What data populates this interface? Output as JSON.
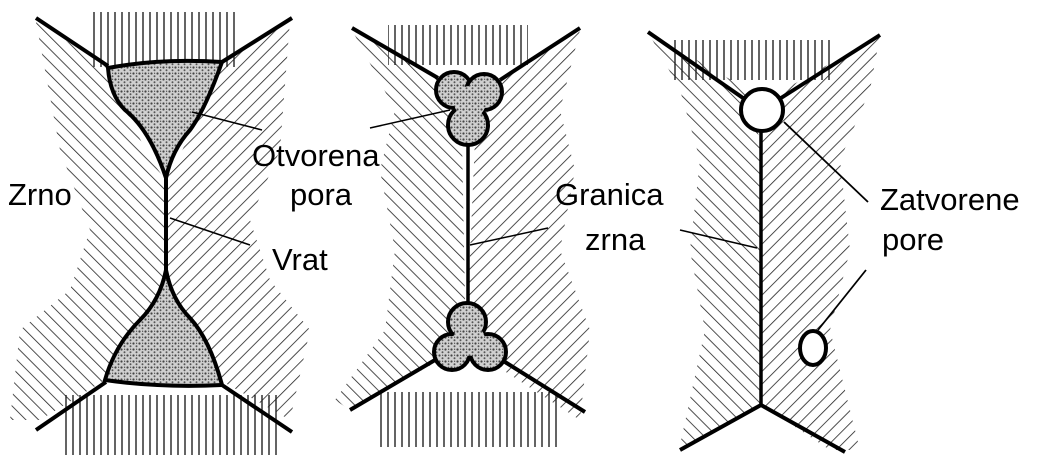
{
  "diagram": {
    "labels": {
      "zrno": "Zrno",
      "otvorena_pora_line1": "Otvorena",
      "otvorena_pora_line2": "pora",
      "vrat": "Vrat",
      "granica_line1": "Granica",
      "granica_line2": "zrna",
      "zatvorene_line1": "Zatvorene",
      "zatvorene_line2": "pore"
    },
    "colors": {
      "ink": "#000000",
      "background": "#ffffff"
    }
  }
}
